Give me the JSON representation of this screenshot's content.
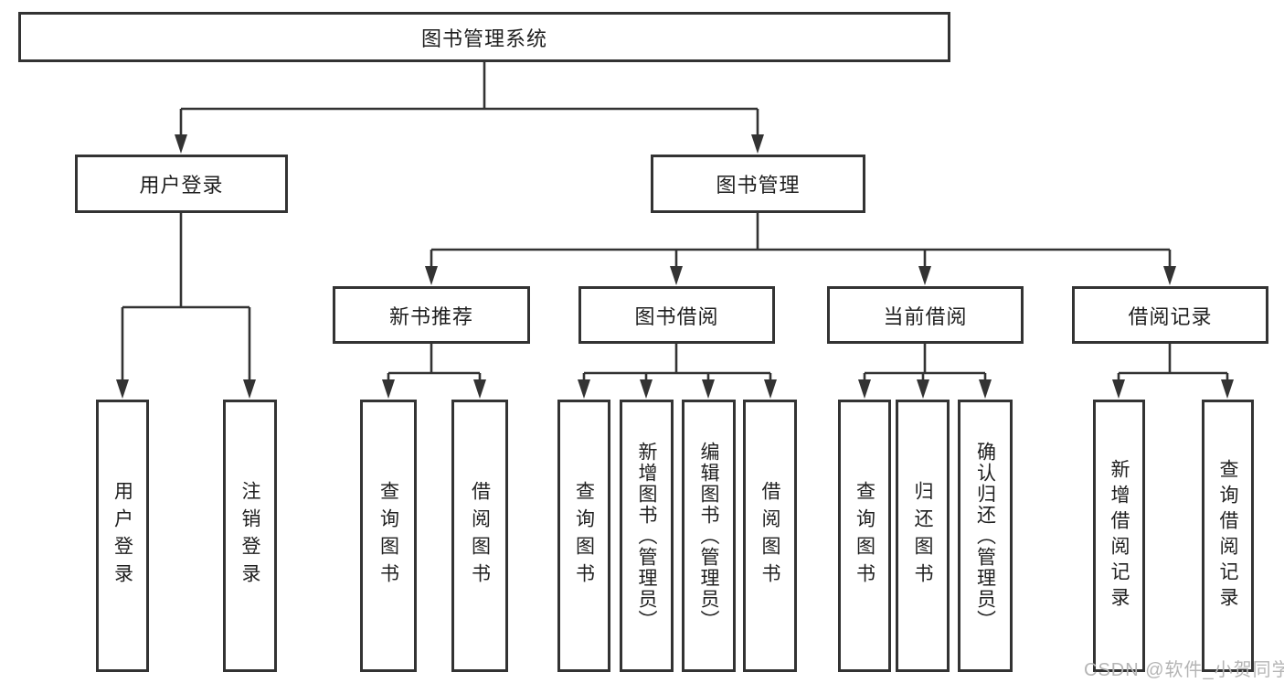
{
  "tree": {
    "root": "图书管理系统",
    "children": [
      {
        "label": "用户登录",
        "children": [
          {
            "label": "用户登录"
          },
          {
            "label": "注销登录"
          }
        ]
      },
      {
        "label": "图书管理",
        "children": [
          {
            "label": "新书推荐",
            "children": [
              {
                "label": "查询图书"
              },
              {
                "label": "借阅图书"
              }
            ]
          },
          {
            "label": "图书借阅",
            "children": [
              {
                "label": "查询图书"
              },
              {
                "label": "新增图书（管理员）"
              },
              {
                "label": "编辑图书（管理员）"
              },
              {
                "label": "借阅图书"
              }
            ]
          },
          {
            "label": "当前借阅",
            "children": [
              {
                "label": "查询图书"
              },
              {
                "label": "归还图书"
              },
              {
                "label": "确认归还（管理员）"
              }
            ]
          },
          {
            "label": "借阅记录",
            "children": [
              {
                "label": "新增借阅记录"
              },
              {
                "label": "查询借阅记录"
              }
            ]
          }
        ]
      }
    ]
  },
  "watermark": {
    "text": "CSDN @软件_小贺同学"
  },
  "colors": {
    "line": "#333333",
    "text": "#1f1f1f",
    "background": "#ffffff",
    "watermark": "#b5b5b5"
  }
}
